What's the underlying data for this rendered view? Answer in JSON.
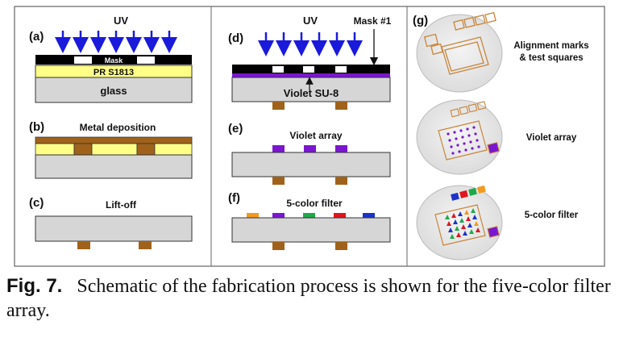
{
  "figure": {
    "panels": {
      "a": {
        "tag": "(a)",
        "uv": "UV",
        "mask": "Mask",
        "pr": "PR S1813",
        "glass": "glass"
      },
      "b": {
        "tag": "(b)",
        "title": "Metal deposition"
      },
      "c": {
        "tag": "(c)",
        "title": "Lift-off"
      },
      "d": {
        "tag": "(d)",
        "uv": "UV",
        "mask_label": "Mask #1",
        "su8": "Violet SU-8"
      },
      "e": {
        "tag": "(e)",
        "title": "Violet array"
      },
      "f": {
        "tag": "(f)",
        "title": "5-color filter"
      },
      "g": {
        "tag": "(g)",
        "label1": "Alignment marks",
        "label1b": "& test squares",
        "label2": "Violet array",
        "label3": "5-color filter"
      }
    },
    "colors": {
      "uv_arrow": "#1a1adb",
      "photoresist": "#ffff88",
      "metal": "#a0621a",
      "glass": "#d6d6d6",
      "violet": "#7a16d0",
      "filter_colors": [
        "#f29a1d",
        "#7a16d0",
        "#1fa84a",
        "#e0161e",
        "#1d33c8"
      ]
    }
  },
  "caption": {
    "label": "Fig. 7.",
    "text": "Schematic of the fabrication process is shown for the five-color filter array."
  }
}
